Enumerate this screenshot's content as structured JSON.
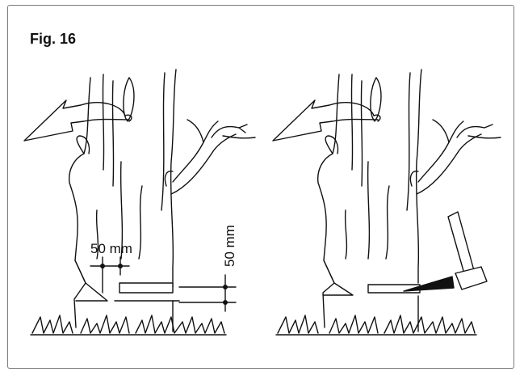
{
  "figure": {
    "title": "Fig. 16",
    "horizontal_dimension": "50 mm",
    "vertical_dimension": "50 mm"
  },
  "colors": {
    "line": "#111111",
    "frame": "#7a7a7a",
    "background": "#ffffff"
  }
}
